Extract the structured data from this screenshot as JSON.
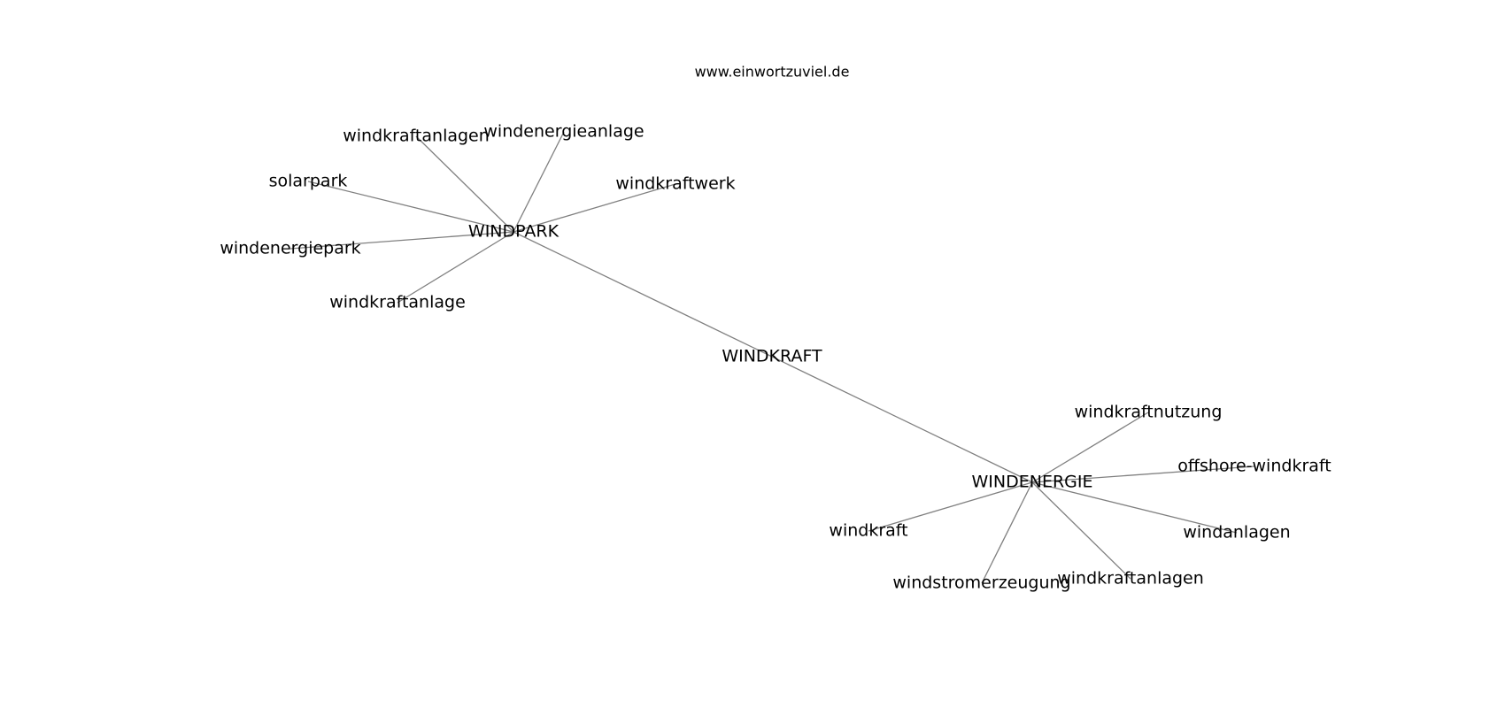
{
  "watermark": "www.einwortzuviel.de",
  "colors": {
    "background": "#ffffff",
    "edge": "#808080",
    "text": "#000000"
  },
  "graph": {
    "nodes": [
      {
        "id": "windpark",
        "label": "WINDPARK"
      },
      {
        "id": "windkraft_hub",
        "label": "WINDKRAFT"
      },
      {
        "id": "windenergie",
        "label": "WINDENERGIE"
      },
      {
        "id": "windkraftanlagen_1",
        "label": "windkraftanlagen"
      },
      {
        "id": "windenergieanlage",
        "label": "windenergieanlage"
      },
      {
        "id": "solarpark",
        "label": "solarpark"
      },
      {
        "id": "windkraftwerk",
        "label": "windkraftwerk"
      },
      {
        "id": "windenergiepark",
        "label": "windenergiepark"
      },
      {
        "id": "windkraftanlage",
        "label": "windkraftanlage"
      },
      {
        "id": "windkraftnutzung",
        "label": "windkraftnutzung"
      },
      {
        "id": "offshore_windkraft",
        "label": "offshore-windkraft"
      },
      {
        "id": "windkraft_leaf",
        "label": "windkraft"
      },
      {
        "id": "windanlagen",
        "label": "windanlagen"
      },
      {
        "id": "windstromerzeugung",
        "label": "windstromerzeugung"
      },
      {
        "id": "windkraftanlagen_2",
        "label": "windkraftanlagen"
      }
    ],
    "edges": [
      [
        "windpark",
        "windkraftanlagen_1"
      ],
      [
        "windpark",
        "windenergieanlage"
      ],
      [
        "windpark",
        "solarpark"
      ],
      [
        "windpark",
        "windkraftwerk"
      ],
      [
        "windpark",
        "windenergiepark"
      ],
      [
        "windpark",
        "windkraftanlage"
      ],
      [
        "windpark",
        "windenergie"
      ],
      [
        "windenergie",
        "windkraftnutzung"
      ],
      [
        "windenergie",
        "offshore_windkraft"
      ],
      [
        "windenergie",
        "windkraft_leaf"
      ],
      [
        "windenergie",
        "windanlagen"
      ],
      [
        "windenergie",
        "windstromerzeugung"
      ],
      [
        "windenergie",
        "windkraftanlagen_2"
      ]
    ]
  }
}
